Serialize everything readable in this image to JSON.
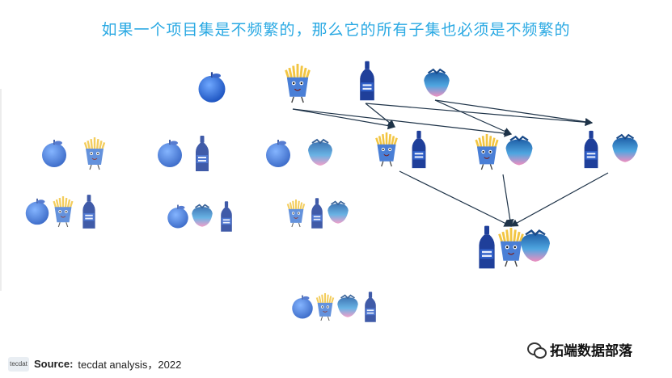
{
  "title": "如果一个项目集是不频繁的，那么它的所有子集也必须是不频繁的",
  "footer": {
    "logo_text": "tecdat",
    "source_label": "Source:",
    "source_text": "tecdat analysis，2022"
  },
  "watermark": {
    "icon": "wechat-icon",
    "text": "拓端数据部落"
  },
  "colors": {
    "title": "#2aa9e3",
    "apple": "#2f6fd6",
    "bottle": "#1f3f9a",
    "fries_box": "#4a7fd6",
    "fries": "#f2c542",
    "fruit_top": "#1f5fa8",
    "fruit_bottom": "#f08fc0",
    "arrow": "#1e3348"
  },
  "items": [
    "apple",
    "fries",
    "beer",
    "berry"
  ],
  "itemsets": {
    "level1": [
      [
        "apple"
      ],
      [
        "fries"
      ],
      [
        "beer"
      ],
      [
        "berry"
      ]
    ],
    "level2": [
      [
        "apple",
        "fries"
      ],
      [
        "apple",
        "beer"
      ],
      [
        "apple",
        "berry"
      ],
      [
        "fries",
        "beer"
      ],
      [
        "fries",
        "berry"
      ],
      [
        "beer",
        "berry"
      ]
    ],
    "level3": [
      [
        "apple",
        "fries",
        "beer"
      ],
      [
        "apple",
        "berry",
        "beer"
      ],
      [
        "fries",
        "beer",
        "berry"
      ],
      [
        "beer",
        "fries",
        "berry"
      ]
    ],
    "level4": [
      [
        "apple",
        "fries",
        "berry",
        "beer"
      ]
    ]
  },
  "edges": [
    {
      "from": "fries",
      "to": "fries+beer"
    },
    {
      "from": "fries",
      "to": "fries+berry"
    },
    {
      "from": "beer",
      "to": "fries+beer"
    },
    {
      "from": "beer",
      "to": "beer+berry"
    },
    {
      "from": "berry",
      "to": "fries+berry"
    },
    {
      "from": "berry",
      "to": "beer+berry"
    },
    {
      "from": "fries+beer",
      "to": "beer+fries+berry"
    },
    {
      "from": "fries+berry",
      "to": "beer+fries+berry"
    },
    {
      "from": "beer+berry",
      "to": "beer+fries+berry"
    }
  ]
}
